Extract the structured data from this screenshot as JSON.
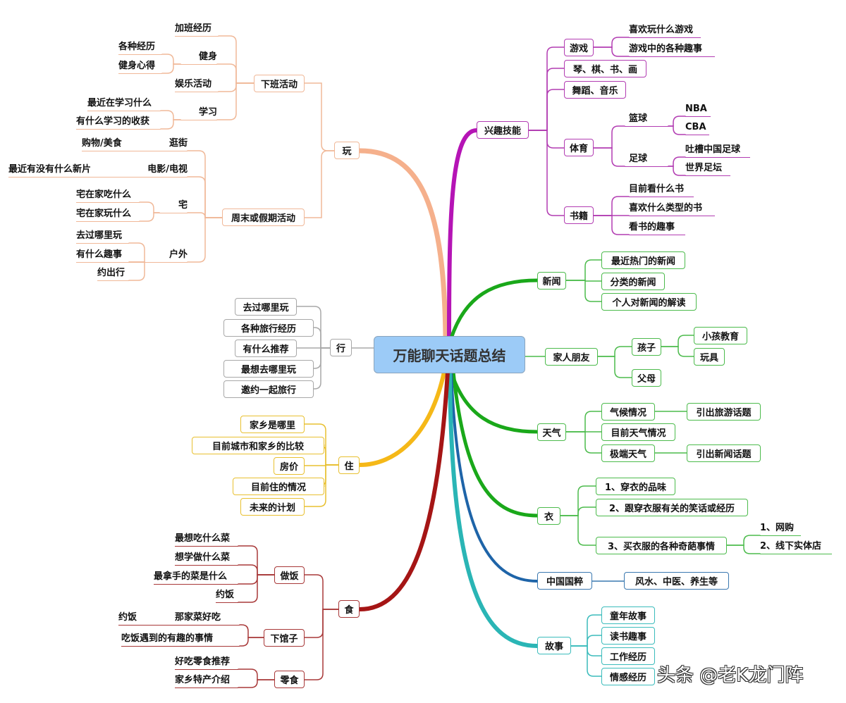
{
  "center": "万能聊天话题总结",
  "colors": {
    "play": "#f5b08c",
    "interests": "#b514b5",
    "green": "#1aa81a",
    "travel": "#a8a8a8",
    "live": "#f5b818",
    "food": "#a51515",
    "culture": "#1e64a8",
    "stories": "#2ab5b5",
    "center_fill": "#9ccbf7"
  },
  "play": {
    "label": "玩",
    "after_work": {
      "label": "下班活动",
      "items": [
        "加班经历",
        "健身",
        "娱乐活动",
        "学习"
      ],
      "fitness": [
        "各种经历",
        "健身心得"
      ],
      "study": [
        "最近在学习什么",
        "有什么学习的收获"
      ]
    },
    "weekend": {
      "label": "周末或假期活动",
      "items": [
        "逛街",
        "电影/电视",
        "宅",
        "户外"
      ],
      "shopping": [
        "购物/美食"
      ],
      "movies": [
        "最近有没有什么新片"
      ],
      "home": [
        "宅在家吃什么",
        "宅在家玩什么"
      ],
      "outdoor": [
        "去过哪里玩",
        "有什么趣事",
        "约出行"
      ]
    }
  },
  "travel": {
    "label": "行",
    "items": [
      "去过哪里玩",
      "各种旅行经历",
      "有什么推荐",
      "最想去哪里玩",
      "邀约一起旅行"
    ]
  },
  "live": {
    "label": "住",
    "items": [
      "家乡是哪里",
      "目前城市和家乡的比较",
      "房价",
      "目前住的情况",
      "未来的计划"
    ]
  },
  "food": {
    "label": "食",
    "cooking": {
      "label": "做饭",
      "items": [
        "最想吃什么菜",
        "想学做什么菜",
        "最拿手的菜是什么",
        "约饭"
      ]
    },
    "eating_out": {
      "label": "下馆子",
      "items": [
        "那家菜好吃",
        "吃饭遇到的有趣的事情"
      ],
      "sub": [
        "约饭"
      ]
    },
    "snacks": {
      "label": "零食",
      "items": [
        "好吃零食推荐",
        "家乡特产介绍"
      ]
    }
  },
  "interests": {
    "label": "兴趣技能",
    "games": {
      "label": "游戏",
      "items": [
        "喜欢玩什么游戏",
        "游戏中的各种趣事"
      ]
    },
    "arts": "琴、棋、书、画",
    "music": "舞蹈、音乐",
    "sports": {
      "label": "体育",
      "basketball": {
        "label": "篮球",
        "items": [
          "NBA",
          "CBA"
        ]
      },
      "football": {
        "label": "足球",
        "items": [
          "吐槽中国足球",
          "世界足坛"
        ]
      }
    },
    "books": {
      "label": "书籍",
      "items": [
        "目前看什么书",
        "喜欢什么类型的书",
        "看书的趣事"
      ]
    }
  },
  "news": {
    "label": "新闻",
    "items": [
      "最近热门的新闻",
      "分类的新闻",
      "个人对新闻的解读"
    ]
  },
  "family": {
    "label": "家人朋友",
    "kids": {
      "label": "孩子",
      "items": [
        "小孩教育",
        "玩具"
      ]
    },
    "parents": "父母"
  },
  "weather": {
    "label": "天气",
    "items": [
      "气候情况",
      "目前天气情况",
      "极端天气"
    ],
    "climate_link": "引出旅游话题",
    "extreme_link": "引出新闻话题"
  },
  "clothes": {
    "label": "衣",
    "items": [
      "1、穿衣的品味",
      "2、跟穿衣服有关的笑话或经历",
      "3、买衣服的各种奇葩事情"
    ],
    "shopping": [
      "1、网购",
      "2、线下实体店"
    ]
  },
  "culture": {
    "label": "中国国粹",
    "items": [
      "风水、中医、养生等"
    ]
  },
  "stories": {
    "label": "故事",
    "items": [
      "童年故事",
      "读书趣事",
      "工作经历",
      "情感经历"
    ]
  },
  "watermark": "头条 @老K龙门阵"
}
